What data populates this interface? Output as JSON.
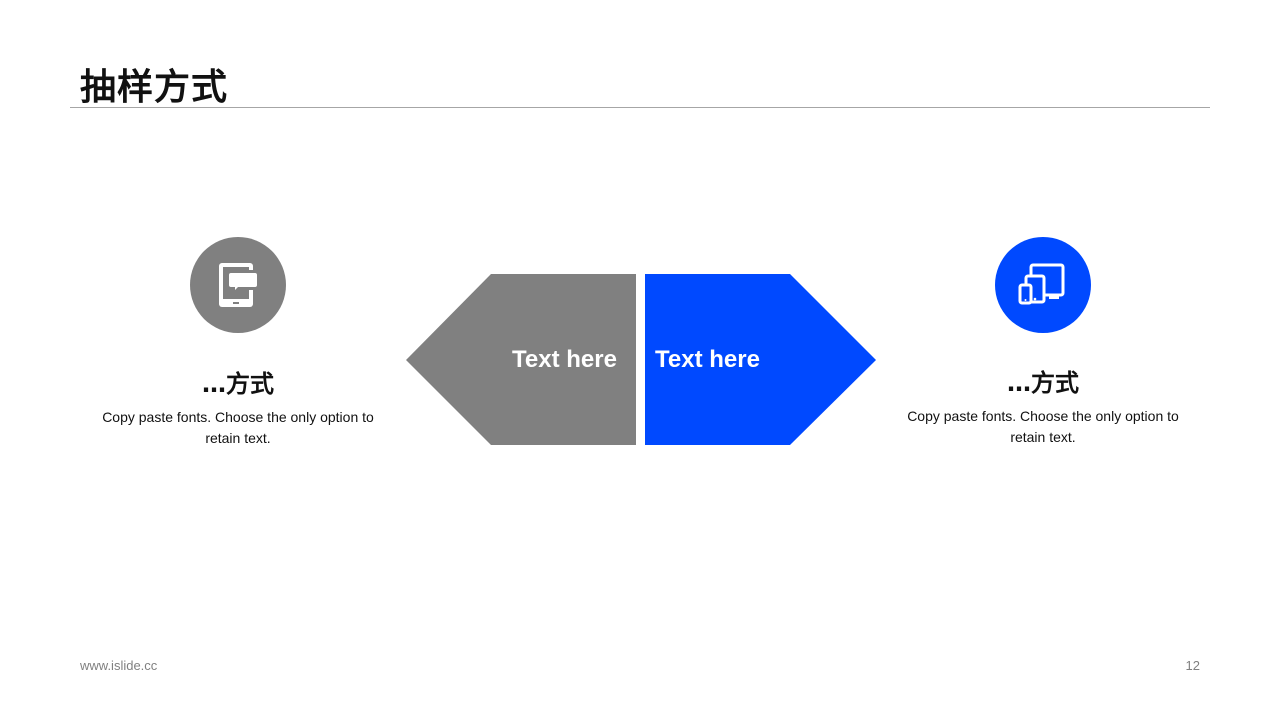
{
  "slide": {
    "title": "抽样方式",
    "footer_url": "www.islide.cc",
    "page_number": "12"
  },
  "colors": {
    "gray": "#808080",
    "blue": "#0049ff",
    "text": "#111111",
    "rule": "#a6a6a6"
  },
  "left": {
    "icon": "tablet-chat-icon",
    "heading": "…方式",
    "description": "Copy paste fonts. Choose the only option to retain text.",
    "arrow_label": "Text here"
  },
  "right": {
    "icon": "devices-icon",
    "heading": "…方式",
    "description": "Copy paste fonts. Choose the only option to retain text.",
    "arrow_label": "Text here"
  }
}
